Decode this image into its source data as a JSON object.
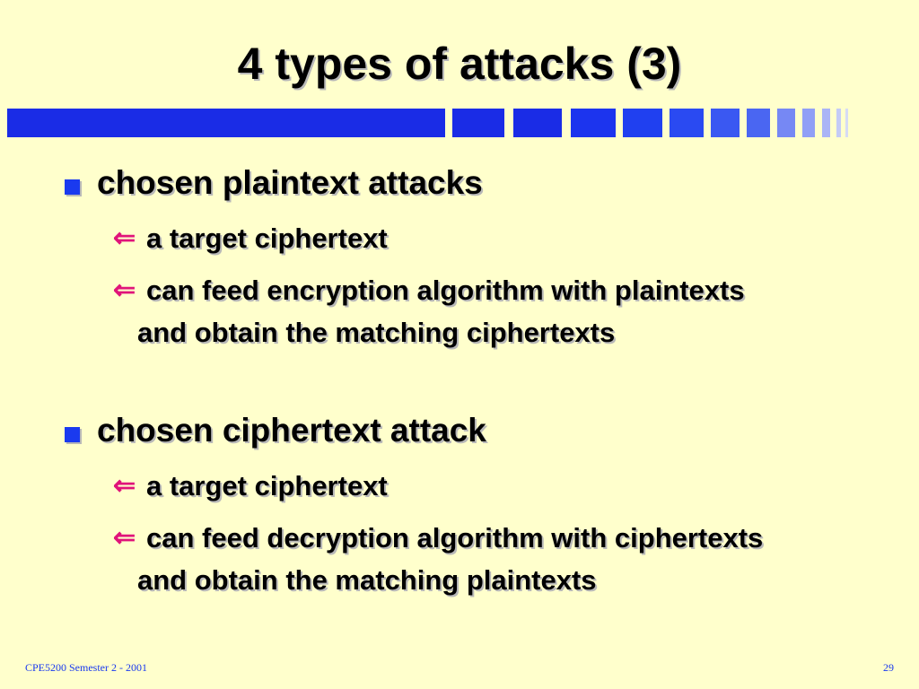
{
  "slide": {
    "title": "4 types of attacks (3)",
    "sections": [
      {
        "heading": "chosen plaintext attacks",
        "items": [
          "a target ciphertext",
          "can feed encryption algorithm with plaintexts and obtain the matching ciphertexts"
        ]
      },
      {
        "heading": "chosen ciphertext attack",
        "items": [
          "a target ciphertext",
          "can feed decryption algorithm with ciphertexts and obtain the matching plaintexts"
        ]
      }
    ],
    "sub_bullet_glyph": "⇐",
    "footer": {
      "left": "CPE5200 Semester 2 - 2001",
      "right": "29"
    }
  },
  "colors": {
    "background": "#ffffcc",
    "accent_blue": "#1a3aef",
    "arrow_pink": "#e0147a"
  }
}
